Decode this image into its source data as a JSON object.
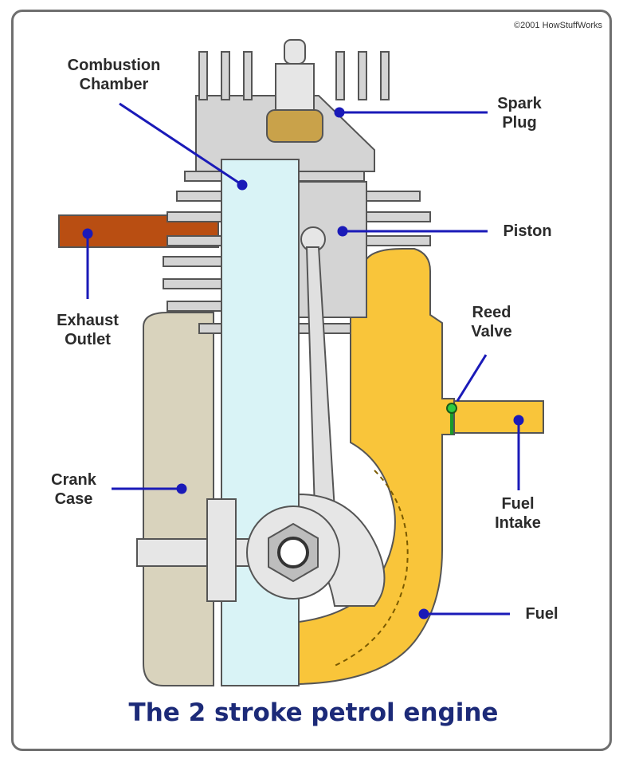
{
  "copyright": "©2001 HowStuffWorks",
  "title": "The 2 stroke petrol engine",
  "labels": {
    "combustion_chamber": [
      "Combustion",
      "Chamber"
    ],
    "spark_plug": [
      "Spark",
      "Plug"
    ],
    "piston": "Piston",
    "exhaust_outlet": [
      "Exhaust",
      "Outlet"
    ],
    "reed_valve": [
      "Reed",
      "Valve"
    ],
    "crank_case": [
      "Crank",
      "Case"
    ],
    "fuel_intake": [
      "Fuel",
      "Intake"
    ],
    "fuel": "Fuel"
  },
  "colors": {
    "leader_line": "#1a1ab8",
    "fuel": "#f9c53a",
    "exhaust": "#b94e12",
    "metal": "#d4d4d4",
    "crank_case": "#d9d3bd",
    "cylinder_glass": "#d9f3f6",
    "title": "#1c2a78"
  }
}
